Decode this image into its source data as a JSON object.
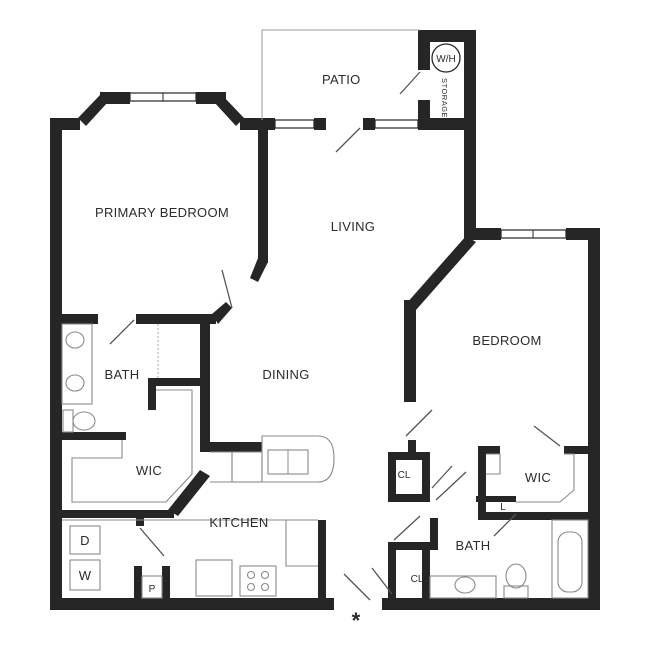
{
  "rooms": {
    "patio": "PATIO",
    "water_heater": "W/H",
    "storage": "STORAGE",
    "primary_bedroom": "PRIMARY BEDROOM",
    "living": "LIVING",
    "bedroom": "BEDROOM",
    "bath_primary": "BATH",
    "dining": "DINING",
    "wic_primary": "WIC",
    "kitchen": "KITCHEN",
    "closet_left": "CL",
    "wic_bedroom": "WIC",
    "linen": "L",
    "bath_second": "BATH",
    "closet_bath": "CL",
    "dryer": "D",
    "washer": "W",
    "pantry": "P",
    "entry_marker": "*"
  }
}
